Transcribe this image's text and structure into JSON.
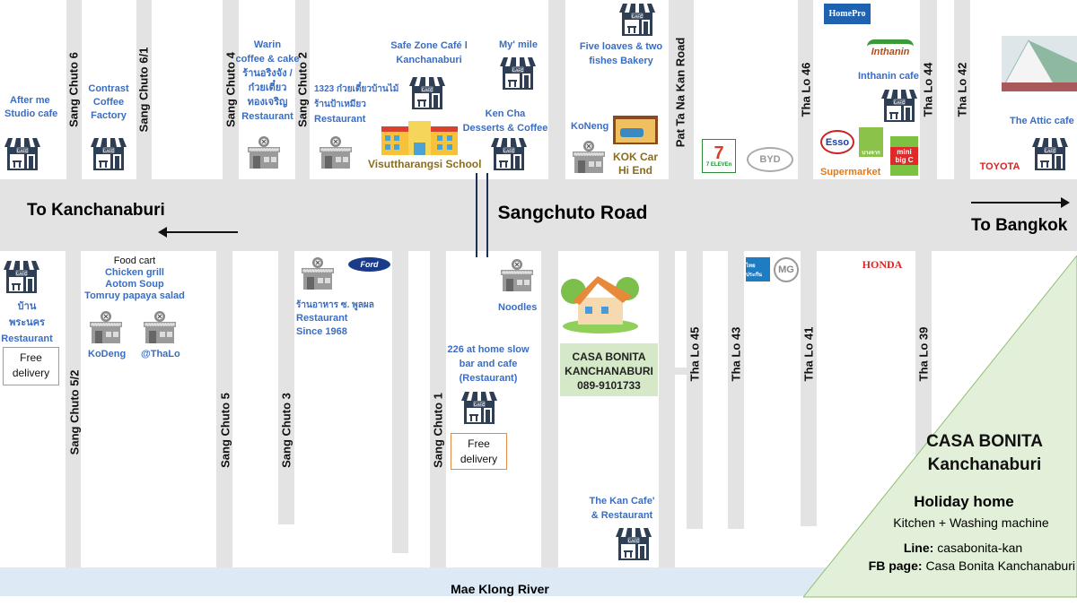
{
  "colors": {
    "road": "#e3e3e3",
    "river": "#dde9f5",
    "label_blue": "#3a6dc4",
    "cafe_navy": "#2d3e55",
    "promo_green": "#e2efd9",
    "delivery_border": "#e8874a"
  },
  "main_road": {
    "name": "Sangchuto Road",
    "to_left": "To Kanchanaburi",
    "to_right": "To Bangkok"
  },
  "river": "Mae Klong River",
  "side_roads": {
    "top": [
      "Sang Chuto 6",
      "Sang Chuto 6/1",
      "Sang Chuto 4",
      "Sang Chuto 2",
      "Pat Ta Na Kan Road",
      "Tha Lo 46",
      "Tha Lo 44",
      "Tha Lo 42"
    ],
    "bottom": [
      "Sang Chuto 5/2",
      "Sang Chuto 5",
      "Sang Chuto 3",
      "Sang Chuto 1",
      "Tha Lo 45",
      "Tha Lo 43",
      "Tha Lo 41",
      "Tha Lo 39"
    ]
  },
  "places": {
    "after_me": [
      "After me",
      "Studio cafe"
    ],
    "contrast": [
      "Contrast",
      "Coffee",
      "Factory"
    ],
    "warin": [
      "Warin",
      "coffee & cake",
      "ร้านอริงจัง /",
      "ก๋วยเตี๋ยว",
      "ทองเจริญ",
      "Restaurant"
    ],
    "r1323": [
      "1323 ก๋วยเตี๋ยวบ้านไม้",
      "ร้านป้าเหมียว",
      "Restaurant"
    ],
    "safezone": [
      "Safe Zone Café l",
      "Kanchanaburi"
    ],
    "mymile": "My' mile",
    "school": "Visuttharangsi School",
    "kencha": [
      "Ken Cha",
      "Desserts & Coffee"
    ],
    "fiveloaves": [
      "Five loaves & two",
      "fishes Bakery"
    ],
    "koneng": "KoNeng",
    "kok": [
      "KOK Car",
      "Hi End"
    ],
    "inthanin": "Inthanin cafe",
    "supermarket": "Supermarket",
    "attic": "The Attic cafe",
    "banphranakhon": [
      "บ้าน",
      "พระนคร",
      "Restaurant"
    ],
    "foodcart": {
      "title": "Food cart",
      "items": [
        "Chicken grill",
        "Aotom Soup",
        "Tomruy papaya salad"
      ]
    },
    "kodeng": "KoDeng",
    "thalo": "@ThaLo",
    "poolpol": [
      "ร้านอาหาร ซ. พูลผล",
      "Restaurant",
      "Since 1968"
    ],
    "noodles": "Noodles",
    "athome": [
      "226 at home slow",
      "bar and cafe",
      "(Restaurant)"
    ],
    "thekan": [
      "The Kan Cafe'",
      "& Restaurant"
    ],
    "free_delivery": [
      "Free",
      "delivery"
    ]
  },
  "logos": {
    "homepro": "HomePro",
    "inthanin": "Inthanin",
    "seven": "7 ELEVEn",
    "byd": "BYD",
    "esso": "Esso",
    "bangchak": "บางจาก",
    "bigc": "mini big C",
    "toyota": "TOYOTA",
    "ford": "Ford",
    "thaiprakan": "ไทยประกัน",
    "mg": "MG",
    "honda": "HONDA",
    "cafe": "CAFE"
  },
  "casa_box": [
    "CASA BONITA",
    "KANCHANABURI",
    "089-9101733"
  ],
  "promo": {
    "title1": "CASA BONITA",
    "title2": "Kanchanaburi",
    "subtitle": "Holiday home",
    "amenities": "Kitchen + Washing machine",
    "line_label": "Line:",
    "line_value": "casabonita-kan",
    "fb_label": "FB page:",
    "fb_value": "Casa Bonita Kanchanaburi"
  }
}
